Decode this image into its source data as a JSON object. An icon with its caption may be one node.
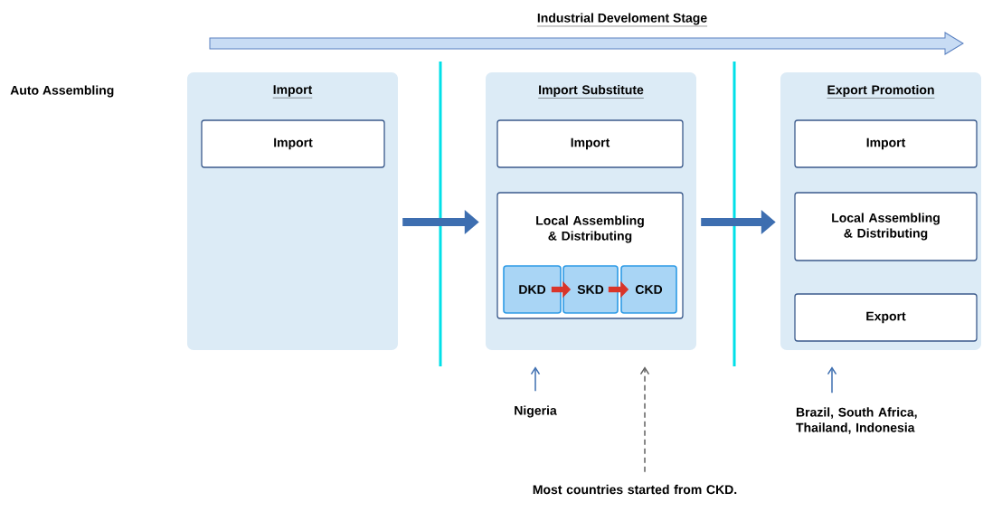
{
  "diagram": {
    "title": "Industrial Develoment Stage",
    "nodes": [
      {
        "text": [
          "Import"
        ]
      },
      {
        "text": [
          "Import"
        ],
        "in": 0
      },
      {
        "text": [
          "Import Substitute"
        ]
      },
      {
        "text": [
          "Import"
        ],
        "in": 2
      },
      {
        "text": [
          "Local Assembling & Distributing"
        ],
        "in": 2
      },
      {
        "text": [
          "DKD"
        ],
        "in": 4
      },
      {
        "text": [
          "SKD"
        ],
        "in": 4
      },
      {
        "text": [
          "CKD"
        ],
        "in": 4
      },
      {
        "text": [
          "Export Promotion"
        ]
      },
      {
        "text": [
          "Import"
        ],
        "in": 8
      },
      {
        "text": [
          "Local Assembling & Distributing"
        ],
        "in": 8
      },
      {
        "text": [
          "Export"
        ],
        "in": 8
      },
      {
        "text": [
          "Nigeria"
        ]
      },
      {
        "text": [
          "Most countries started from CKD."
        ]
      },
      {
        "text": [
          "Brazil, South Africa, Thailand, Indonesia"
        ]
      }
    ],
    "edges": [
      {
        "from": 0,
        "to": 2,
        "arrow": "to"
      },
      {
        "from": 2,
        "to": 8,
        "arrow": "to"
      },
      {
        "from": 5,
        "to": 6,
        "arrow": "to",
        "color": "#d9352a"
      },
      {
        "from": 6,
        "to": 7,
        "arrow": "to",
        "color": "#d9352a"
      },
      {
        "from": 12,
        "to": 2,
        "arrow": "to"
      },
      {
        "from": 13,
        "to": 2,
        "arrow": "to",
        "style": "dashed",
        "color": "#606060"
      },
      {
        "from": 14,
        "to": 8,
        "arrow": "to"
      }
    ],
    "labels": [
      "Auto Assembling"
    ]
  }
}
